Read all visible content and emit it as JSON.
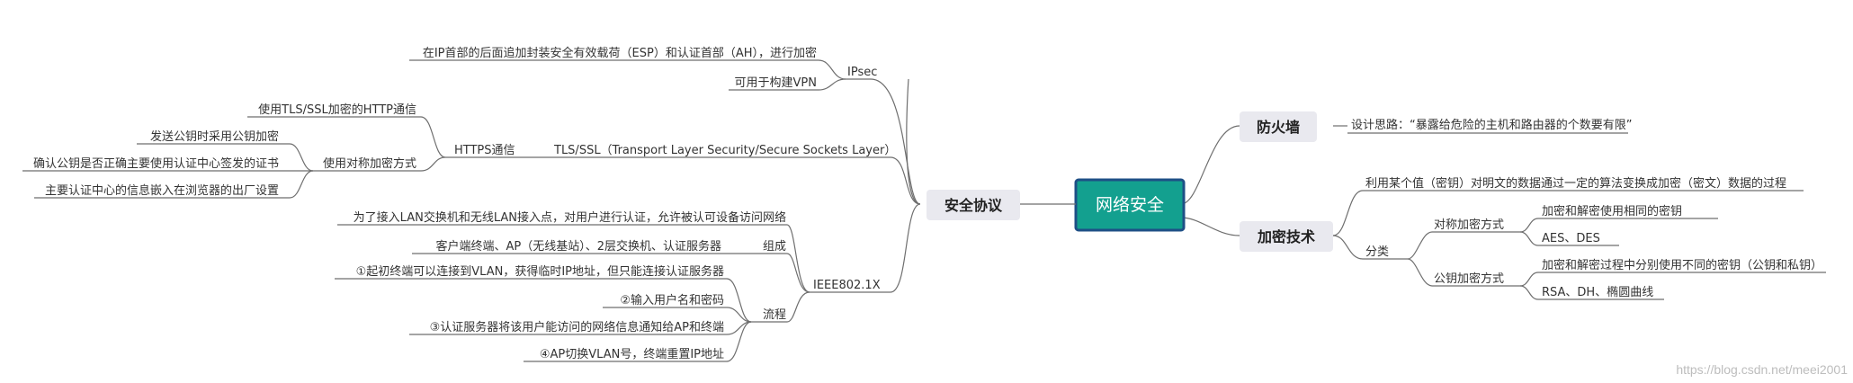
{
  "root": "网络安全",
  "topics": {
    "firewall": "防火墙",
    "encryption": "加密技术",
    "protocols": "安全协议"
  },
  "firewall": {
    "idea": "设计思路：“暴露给危险的主机和路由器的个数要有限”"
  },
  "encryption": {
    "definition": "利用某个值（密钥）对明文的数据通过一定的算法变换成加密（密文）数据的过程",
    "category": "分类",
    "symmetric": {
      "label": "对称加密方式",
      "desc": "加密和解密使用相同的密钥",
      "examples": "AES、DES"
    },
    "asymmetric": {
      "label": "公钥加密方式",
      "desc": "加密和解密过程中分别使用不同的密钥（公钥和私钥）",
      "examples": "RSA、DH、椭圆曲线"
    }
  },
  "protocols": {
    "ipsec": {
      "label": "IPsec",
      "esp_ah": "在IP首部的后面追加封装安全有效载荷（ESP）和认证首部（AH），进行加密",
      "vpn": "可用于构建VPN"
    },
    "tls": {
      "label": "TLS/SSL（Transport Layer Security/Secure Sockets Layer）",
      "https": {
        "label": "HTTPS通信",
        "http_over_tls": "使用TLS/SSL加密的HTTP通信",
        "symmetric": {
          "label": "使用对称加密方式",
          "send_key": "发送公钥时采用公钥加密",
          "verify_cert": "确认公钥是否正确主要使用认证中心签发的证书",
          "ca_builtin": "主要认证中心的信息嵌入在浏览器的出厂设置"
        }
      }
    },
    "ieee8021x": {
      "label": "IEEE802.1X",
      "purpose": "为了接入LAN交换机和无线LAN接入点，对用户进行认证，允许被认可设备访问网络",
      "composition": {
        "label": "组成",
        "items": "客户端终端、AP（无线基站）、2层交换机、认证服务器"
      },
      "process": {
        "label": "流程",
        "steps": [
          "①起初终端可以连接到VLAN，获得临时IP地址，但只能连接认证服务器",
          "②输入用户名和密码",
          "③认证服务器将该用户能访问的网络信息通知给AP和终端",
          "④AP切换VLAN号，终端重置IP地址"
        ]
      }
    }
  },
  "watermark": "https://blog.csdn.net/meei2001"
}
